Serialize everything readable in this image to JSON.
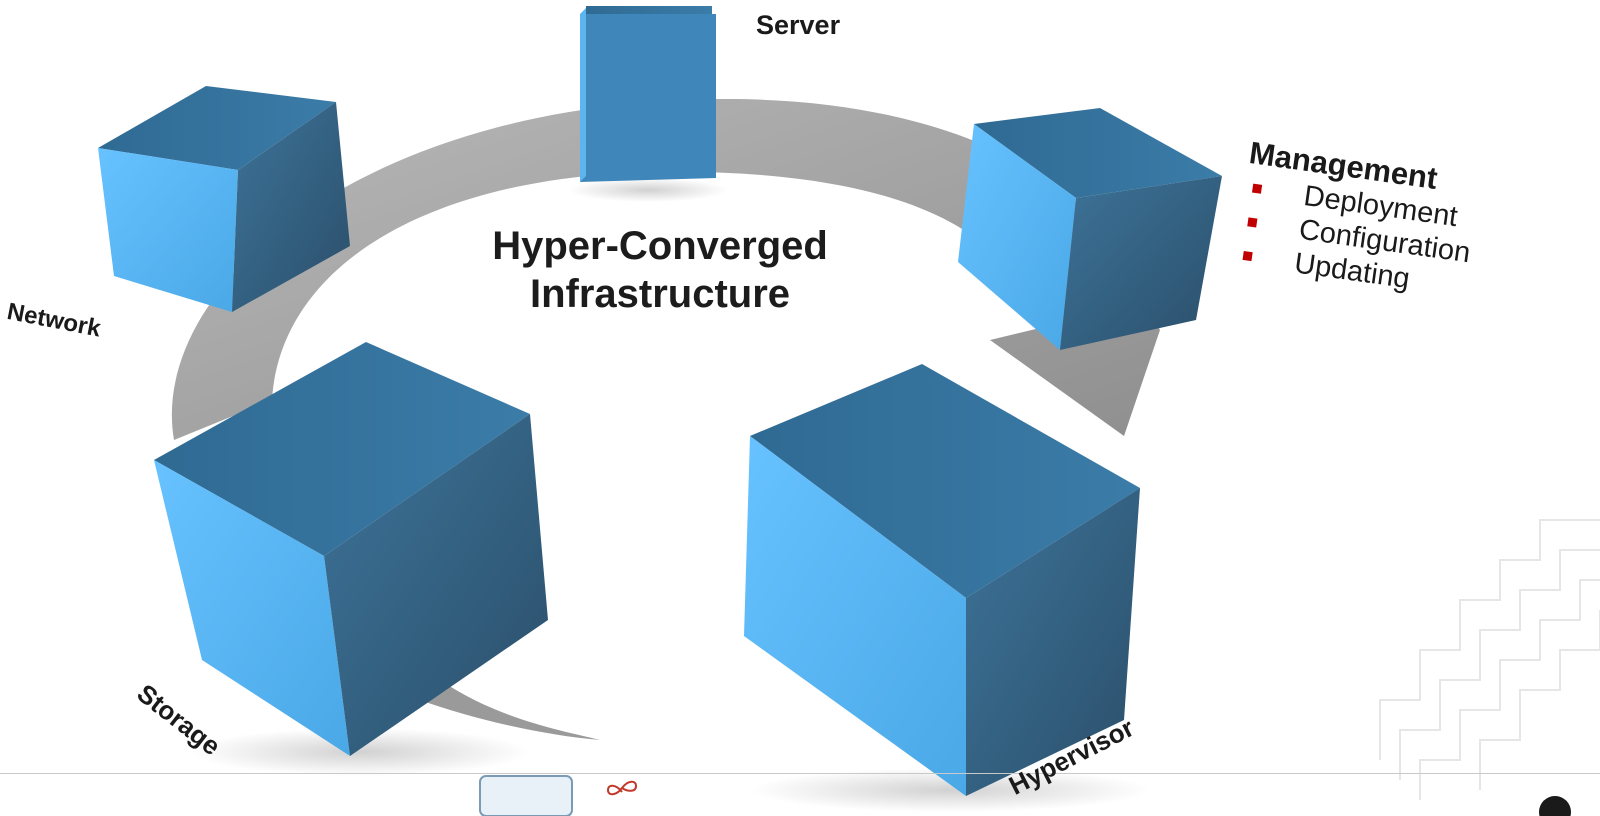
{
  "diagram": {
    "title_line1": "Hyper-Converged",
    "title_line2": "Infrastructure",
    "labels": {
      "server": "Server",
      "network": "Network",
      "storage": "Storage",
      "hypervisor": "Hypervisor"
    },
    "management": {
      "title": "Management",
      "items": [
        "Deployment",
        "Configuration",
        "Updating"
      ]
    },
    "colors": {
      "cube_light": "#5bb8f5",
      "cube_mid": "#3d7ea8",
      "cube_dark": "#2e5a78",
      "ring": "#a3a3a3",
      "bullet": "#c00000"
    }
  }
}
